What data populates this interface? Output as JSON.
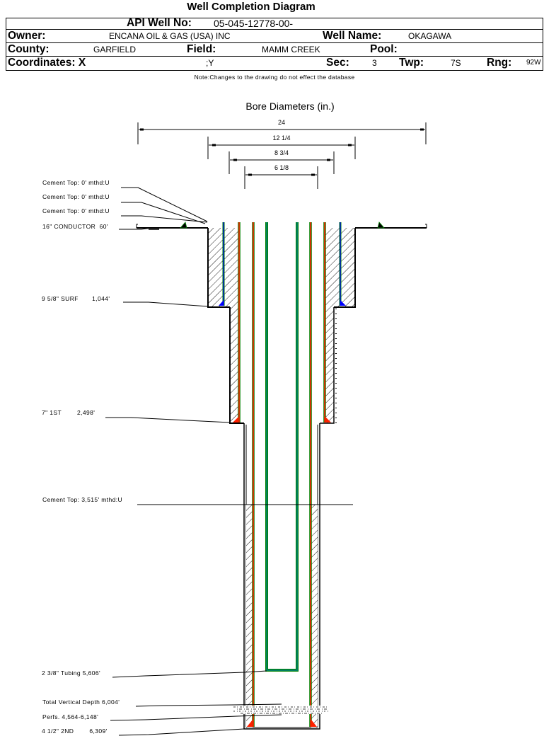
{
  "title": "Well Completion Diagram",
  "header": {
    "api_label": "API Well No:",
    "api_value": "05-045-12778-00-",
    "owner_label": "Owner:",
    "owner_value": "ENCANA OIL & GAS (USA) INC",
    "well_name_label": "Well Name:",
    "well_name_value": "OKAGAWA",
    "county_label": "County:",
    "county_value": "GARFIELD",
    "field_label": "Field:",
    "field_value": "MAMM CREEK",
    "pool_label": "Pool:",
    "pool_value": "",
    "coords_label": "Coordinates: X",
    "coords_x_value": "",
    "coords_y_label": ";Y",
    "coords_y_value": "",
    "sec_label": "Sec:",
    "sec_value": "3",
    "twp_label": "Twp:",
    "twp_value": "7S",
    "rng_label": "Rng:",
    "rng_value": "92W"
  },
  "note": "Note:Changes to the drawing do not effect the database",
  "diagram": {
    "bore_title": "Bore Diameters (in.)",
    "bore_diameters": [
      "24",
      "12 1/4",
      "8 3/4",
      "6 1/8"
    ],
    "annotations": [
      {
        "id": "cement-top-1",
        "text": "Cement Top: 0' mthd:U"
      },
      {
        "id": "cement-top-2",
        "text": "Cement Top: 0' mthd:U"
      },
      {
        "id": "cement-top-3",
        "text": "Cement Top: 0' mthd:U"
      },
      {
        "id": "conductor",
        "text": "16\" CONDUCTOR  60'"
      },
      {
        "id": "surface-casing",
        "text": "9 5/8\" SURF       1,044'"
      },
      {
        "id": "first-string",
        "text": "7\" 1ST        2,498'"
      },
      {
        "id": "cement-top-4",
        "text": "Cement Top: 3,515' mthd:U"
      },
      {
        "id": "tubing",
        "text": "2 3/8\" Tubing 5,606'"
      },
      {
        "id": "tvd",
        "text": "Total Vertical Depth 6,004'"
      },
      {
        "id": "perfs",
        "text": "Perfs. 4,564-6,148'"
      },
      {
        "id": "second-string",
        "text": "4 1/2\" 2ND        6,309'"
      }
    ],
    "colors": {
      "casing_red": "#ff2000",
      "casing_edge_green": "#008000",
      "surface_casing_blue": "#0000ff",
      "tubing_green": "#008040",
      "cement_hatch": "#000000"
    }
  }
}
